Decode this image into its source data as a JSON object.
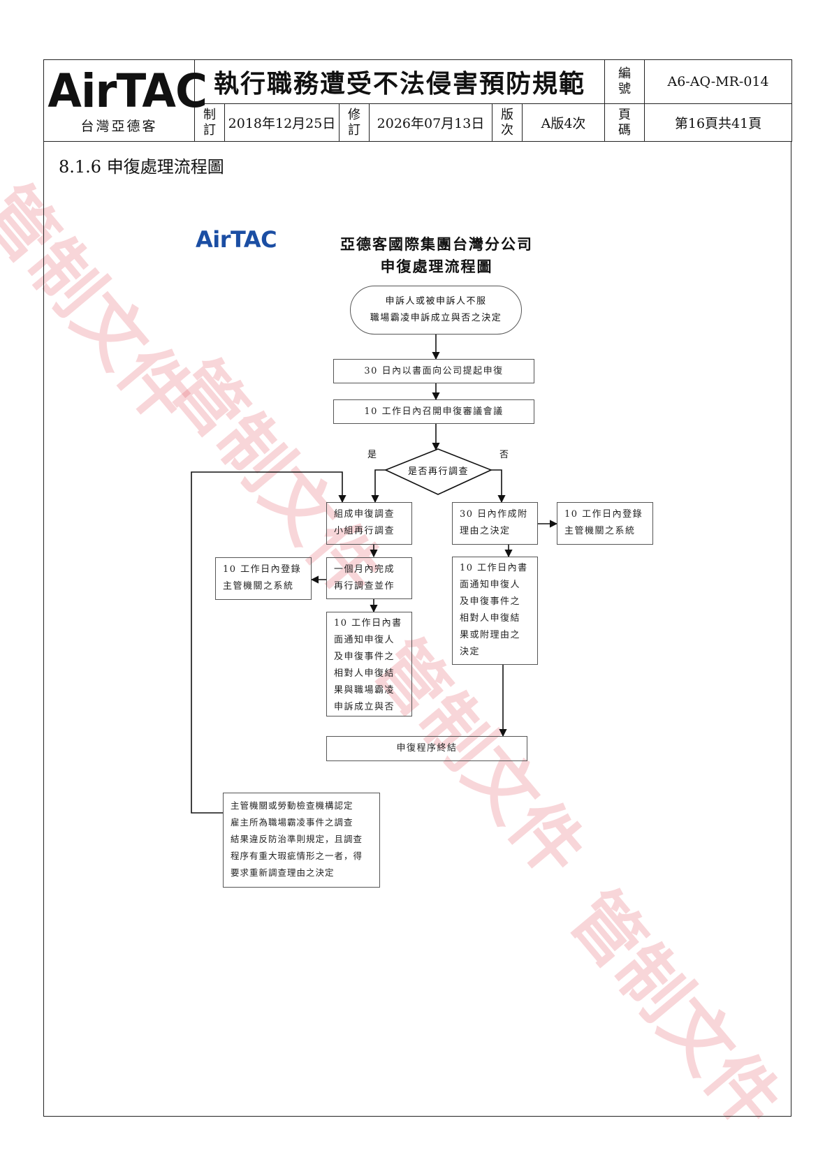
{
  "header": {
    "logo_text": "AirTAC",
    "logo_subtitle": "台灣亞德客",
    "title": "執行職務遭受不法侵害預防規範",
    "code_label": "編號",
    "code_value": "A6-AQ-MR-014",
    "created_label": "制訂",
    "created_date": "2018年12月25日",
    "revised_label": "修訂",
    "revised_date": "2026年07月13日",
    "version_label": "版次",
    "version_value": "A版4次",
    "page_label": "頁碼",
    "page_value": "第16頁共41頁"
  },
  "section": {
    "title": "8.1.6 申復處理流程圖"
  },
  "chart": {
    "logo_text": "AirTAC",
    "title_line1": "亞德客國際集團台灣分公司",
    "title_line2": "申復處理流程圖"
  },
  "flow": {
    "start_line1": "申訴人或被申訴人不服",
    "start_line2": "職場霸凌申訴成立與否之決定",
    "step1": "30 日內以書面向公司提起申復",
    "step2": "10 工作日內召開申復審議會議",
    "decision": "是否再行調查",
    "yes_label": "是",
    "no_label": "否",
    "yes_box_l1": "組成申復調查",
    "yes_box_l2": "小組再行調查",
    "no_box_l1": "30 日內作成附",
    "no_box_l2": "理由之決定",
    "no_register_l1": "10 工作日內登錄",
    "no_register_l2": "主管機關之系統",
    "yes_register_l1": "10 工作日內登錄",
    "yes_register_l2": "主管機關之系統",
    "yes_month_l1": "一個月內完成",
    "yes_month_l2": "再行調查並作",
    "yes_notify": [
      "10 工作日內書",
      "面通知申復人",
      "及申復事件之",
      "相對人申復結",
      "果與職場霸凌",
      "申訴成立與否"
    ],
    "no_notify": [
      "10 工作日內書",
      "面通知申復人",
      "及申復事件之",
      "相對人申復結",
      "果或附理由之",
      "決定"
    ],
    "end": "申復程序終結",
    "authority": [
      "主管機關或勞動檢查機構認定",
      "雇主所為職場霸凌事件之調查",
      "結果違反防治準則規定，且調查",
      "程序有重大瑕疵情形之一者，得",
      "要求重新調查理由之決定"
    ]
  },
  "watermark": "管制文件",
  "colors": {
    "accent_blue": "#1b4ea3",
    "watermark_red": "#e14650"
  }
}
